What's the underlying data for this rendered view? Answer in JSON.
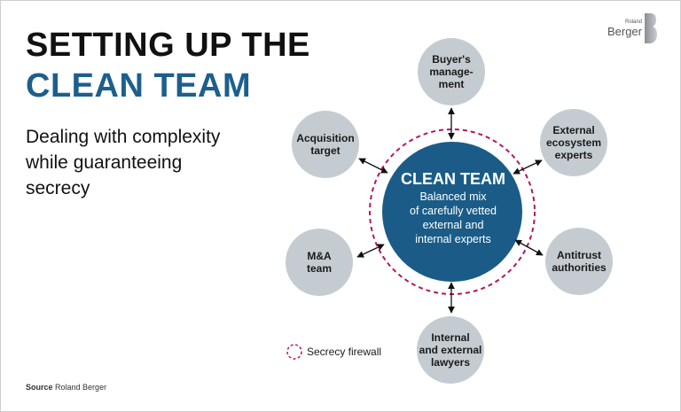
{
  "title": {
    "line1": "SETTING UP THE",
    "line2": "CLEAN TEAM"
  },
  "subtitle": "Dealing with complexity while guaranteeing secrecy",
  "center": {
    "title": "CLEAN TEAM",
    "description_lines": [
      "Balanced mix",
      "of carefully vetted",
      "external and",
      "internal experts"
    ]
  },
  "nodes": {
    "buyers_management": [
      "Buyer's",
      "manage-",
      "ment"
    ],
    "external_ecosystem_experts": [
      "External",
      "ecosystem",
      "experts"
    ],
    "antitrust_authorities": [
      "Antitrust",
      "authorities"
    ],
    "internal_external_lawyers": [
      "Internal",
      "and external",
      "lawyers"
    ],
    "ma_team": [
      "M&A",
      "team"
    ],
    "acquisition_target": [
      "Acquisition",
      "target"
    ]
  },
  "legend": {
    "firewall_label": "Secrecy firewall"
  },
  "source": {
    "label": "Source",
    "text": "Roland Berger"
  },
  "logo": {
    "small": "Roland",
    "big": "Berger"
  },
  "colors": {
    "center_fill": "#1a5c87",
    "node_fill": "#c5ccd1",
    "firewall": "#b5175c",
    "title_accent": "#1d5f8c"
  }
}
